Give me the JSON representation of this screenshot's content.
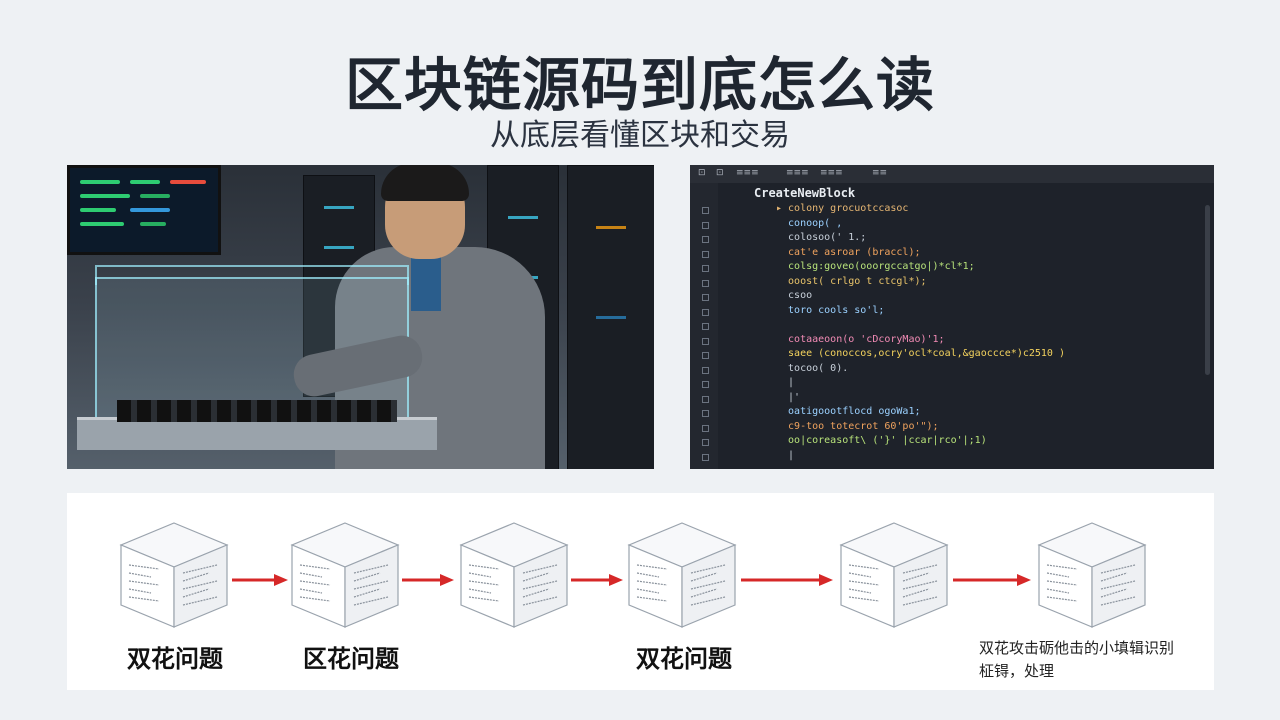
{
  "header": {
    "title": "区块链源码到底怎么读",
    "subtitle": "从底层看懂区块和交易"
  },
  "code_panel": {
    "tab_title": "CreateNewBlock",
    "menu": [
      "⊡",
      "⊡",
      "≡≡≡",
      "≡≡≡",
      "≡≡≡",
      "≡≡"
    ],
    "lines": [
      {
        "text": "▸ colony grocuotccasoc",
        "color": "#e6b673"
      },
      {
        "text": "  conoop( ,",
        "color": "#9bd1ff"
      },
      {
        "text": "  colosoo(' 1.;",
        "color": "#c8d0da"
      },
      {
        "text": "  cat'e asroar (braccl);",
        "color": "#f0a35e"
      },
      {
        "text": "  colsg:goveo(ooorgccatgo|)*cl*1;",
        "color": "#b8e37a"
      },
      {
        "text": "  ooost( crlgo t ctcgl*);",
        "color": "#e9c46a"
      },
      {
        "text": "  csoo",
        "color": "#c8d0da"
      },
      {
        "text": "  toro cools so'l;",
        "color": "#9bd1ff"
      },
      {
        "text": "",
        "color": "#c8d0da"
      },
      {
        "text": "  cotaaeoon(o 'cDcoryMao)'1;",
        "color": "#f28bb5"
      },
      {
        "text": "  saee (conoccos,ocry'ocl*coal,&gaoccce*)c2510 )",
        "color": "#f4d35e"
      },
      {
        "text": "  tocoo( 0).",
        "color": "#c8d0da"
      },
      {
        "text": "  |",
        "color": "#c8d0da"
      },
      {
        "text": "  |'",
        "color": "#c8d0da"
      },
      {
        "text": "  oatigoootflocd ogoWa1;",
        "color": "#9bd1ff"
      },
      {
        "text": "  c9-too totecrot 60'po'\");",
        "color": "#f0a35e"
      },
      {
        "text": "  oo|coreasoft\\ ('}' |ccar|rco'|;1)",
        "color": "#b8e37a"
      },
      {
        "text": "  |",
        "color": "#c8d0da"
      }
    ]
  },
  "diagram": {
    "captions": [
      "双花问题",
      "区花问题",
      "双花问题"
    ],
    "note_line1": "双花攻击砺他击的小填辑识别",
    "note_line2": "柾锝，处理",
    "accent_color": "#d62828"
  }
}
